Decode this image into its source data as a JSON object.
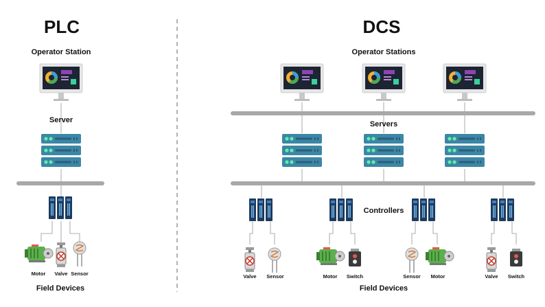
{
  "plc": {
    "title": "PLC",
    "operator_label": "Operator Station",
    "server_label": "Server",
    "field_label": "Field Devices",
    "devices": [
      {
        "type": "motor",
        "label": "Motor"
      },
      {
        "type": "valve",
        "label": "Valve"
      },
      {
        "type": "sensor",
        "label": "Sensor"
      }
    ]
  },
  "dcs": {
    "title": "DCS",
    "operator_label": "Operator Stations",
    "servers_label": "Servers",
    "controllers_label": "Controllers",
    "field_label": "Field Devices",
    "device_groups": [
      [
        {
          "type": "valve",
          "label": "Valve"
        },
        {
          "type": "sensor",
          "label": "Sensor"
        }
      ],
      [
        {
          "type": "motor",
          "label": "Motor"
        },
        {
          "type": "switch",
          "label": "Switch"
        }
      ],
      [
        {
          "type": "sensor",
          "label": "Sensor"
        },
        {
          "type": "motor",
          "label": "Motor"
        }
      ],
      [
        {
          "type": "valve",
          "label": "Valve"
        },
        {
          "type": "switch",
          "label": "Switch"
        }
      ]
    ]
  },
  "colors": {
    "server_blue": "#2f6e8a",
    "server_light": "#3f8aa8",
    "led_green": "#4ddc9a",
    "bus_gray": "#a8a8a8",
    "controller_navy": "#1f3a5e",
    "motor_green": "#5ab04a",
    "accent_purple": "#7a3fa8",
    "accent_red": "#d9534f"
  },
  "icons": [
    "monitor-icon",
    "server-rack-icon",
    "controller-icon",
    "motor-icon",
    "valve-icon",
    "sensor-icon",
    "switch-icon"
  ]
}
